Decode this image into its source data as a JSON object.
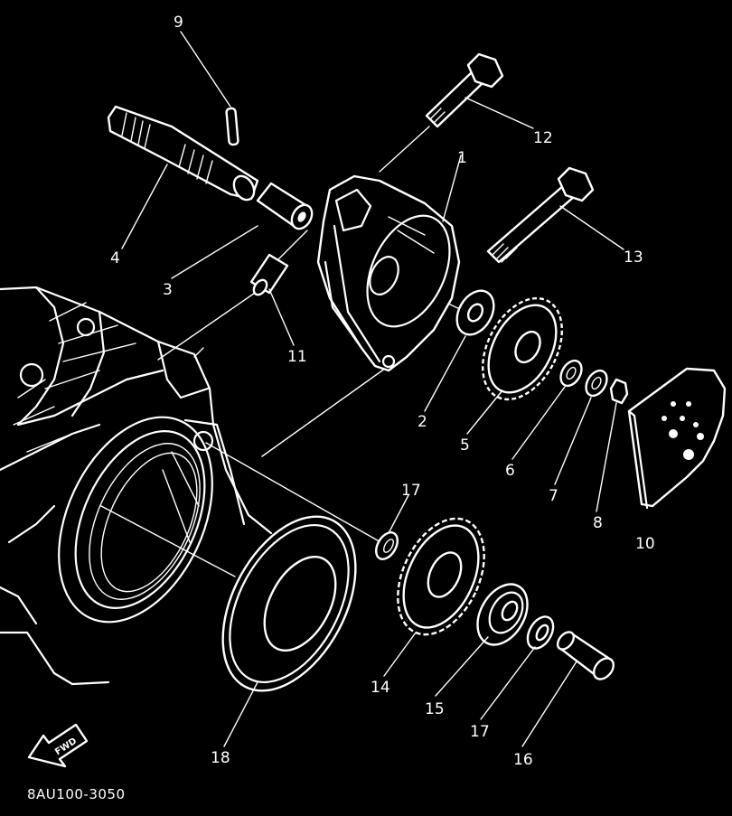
{
  "labels": {
    "p1": "1",
    "p2": "2",
    "p3": "3",
    "p4": "4",
    "p5": "5",
    "p6": "6",
    "p7": "7",
    "p8": "8",
    "p9": "9",
    "p10": "10",
    "p11": "11",
    "p12": "12",
    "p13": "13",
    "p14": "14",
    "p15": "15",
    "p16": "16",
    "p17a": "17",
    "p17b": "17",
    "p18": "18"
  },
  "fwd_label": "FWD",
  "diagram_code": "8AU100-3050",
  "colors": {
    "background": "#000000",
    "ink": "#ffffff"
  }
}
